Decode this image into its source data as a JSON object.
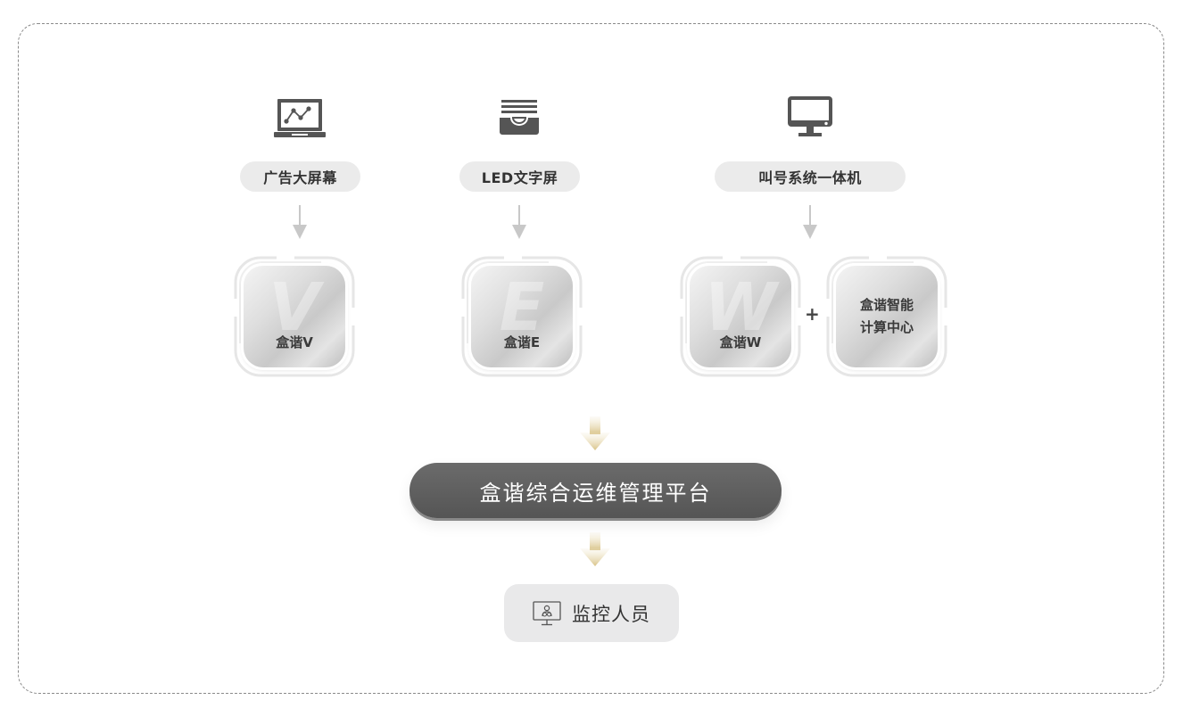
{
  "sources": [
    {
      "icon": "laptop-chart-icon",
      "label": "广告大屏幕"
    },
    {
      "icon": "led-display-icon",
      "label": "LED文字屏"
    },
    {
      "icon": "desktop-monitor-icon",
      "label": "叫号系统一体机"
    }
  ],
  "boxes": [
    {
      "letter": "V",
      "label": "盒谐V"
    },
    {
      "letter": "E",
      "label": "盒谐E"
    },
    {
      "letter": "W",
      "label": "盒谐W"
    },
    {
      "letter": "",
      "label_line1": "盒谐智能",
      "label_line2": "计算中心"
    }
  ],
  "plus": "+",
  "platform": {
    "label": "盒谐综合运维管理平台"
  },
  "monitor": {
    "icon": "monitor-person-icon",
    "label": "监控人员"
  },
  "colors": {
    "pill_bg": "#ebebeb",
    "platform_bg": "#5e5e5e",
    "gold_arrow": "#d9c590",
    "border": "#8a8a8a"
  }
}
